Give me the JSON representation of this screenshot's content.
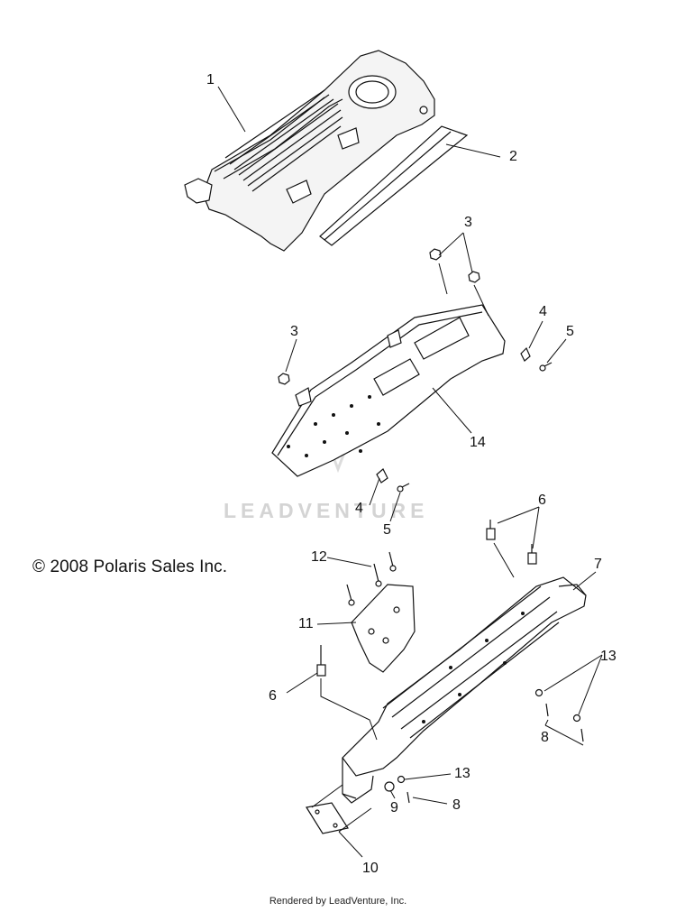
{
  "copyright": "© 2008 Polaris Sales Inc.",
  "watermark": "LEADVENTURE",
  "footer": "Rendered by LeadVenture, Inc.",
  "callouts": {
    "c1": "1",
    "c2": "2",
    "c3a": "3",
    "c3b": "3",
    "c4a": "4",
    "c5a": "5",
    "c14": "14",
    "c4b": "4",
    "c5b": "5",
    "c6a": "6",
    "c7": "7",
    "c12": "12",
    "c11": "11",
    "c6b": "6",
    "c13a": "13",
    "c8a": "8",
    "c13b": "13",
    "c8b": "8",
    "c9": "9",
    "c10": "10"
  },
  "colors": {
    "ink": "#111111",
    "part_fill": "#f2f2f2",
    "watermark": "#d4d4d4"
  }
}
